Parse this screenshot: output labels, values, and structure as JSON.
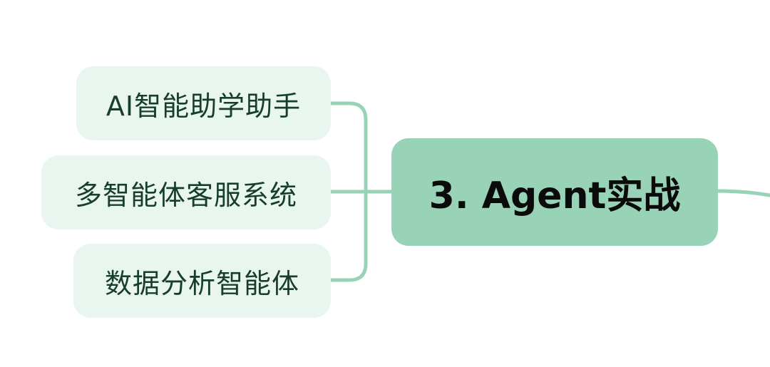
{
  "central_topic": {
    "label": "3. Agent实战"
  },
  "subtopics": [
    {
      "label": "AI智能助学助手"
    },
    {
      "label": "多智能体客服系统"
    },
    {
      "label": "数据分析智能体"
    }
  ],
  "colors": {
    "central_fill": "#98d3b8",
    "subtopic_fill": "#e9f5ef",
    "connector": "#98d3b8",
    "subtopic_text": "#173d2b",
    "central_text": "#0b0b0b"
  }
}
